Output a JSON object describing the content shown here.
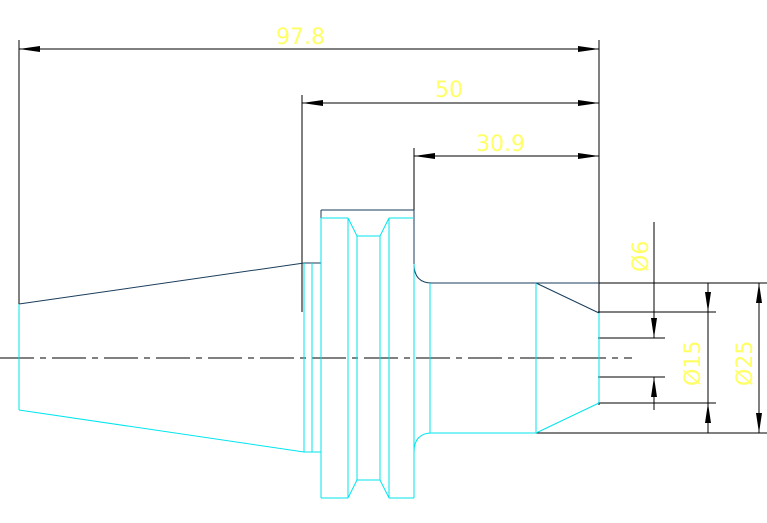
{
  "dimensions": {
    "total_length": "97.8",
    "taper_to_face": "50",
    "flange_to_face": "30.9",
    "bore_small_diameter": "Ø6",
    "bore_diameter": "Ø15",
    "outer_diameter": "Ø25"
  },
  "colors": {
    "dimension_text": "#ffff66",
    "profile_lines": "#00e5ee",
    "outline_lines": "#1a3d5c",
    "dimension_lines": "#000000"
  }
}
